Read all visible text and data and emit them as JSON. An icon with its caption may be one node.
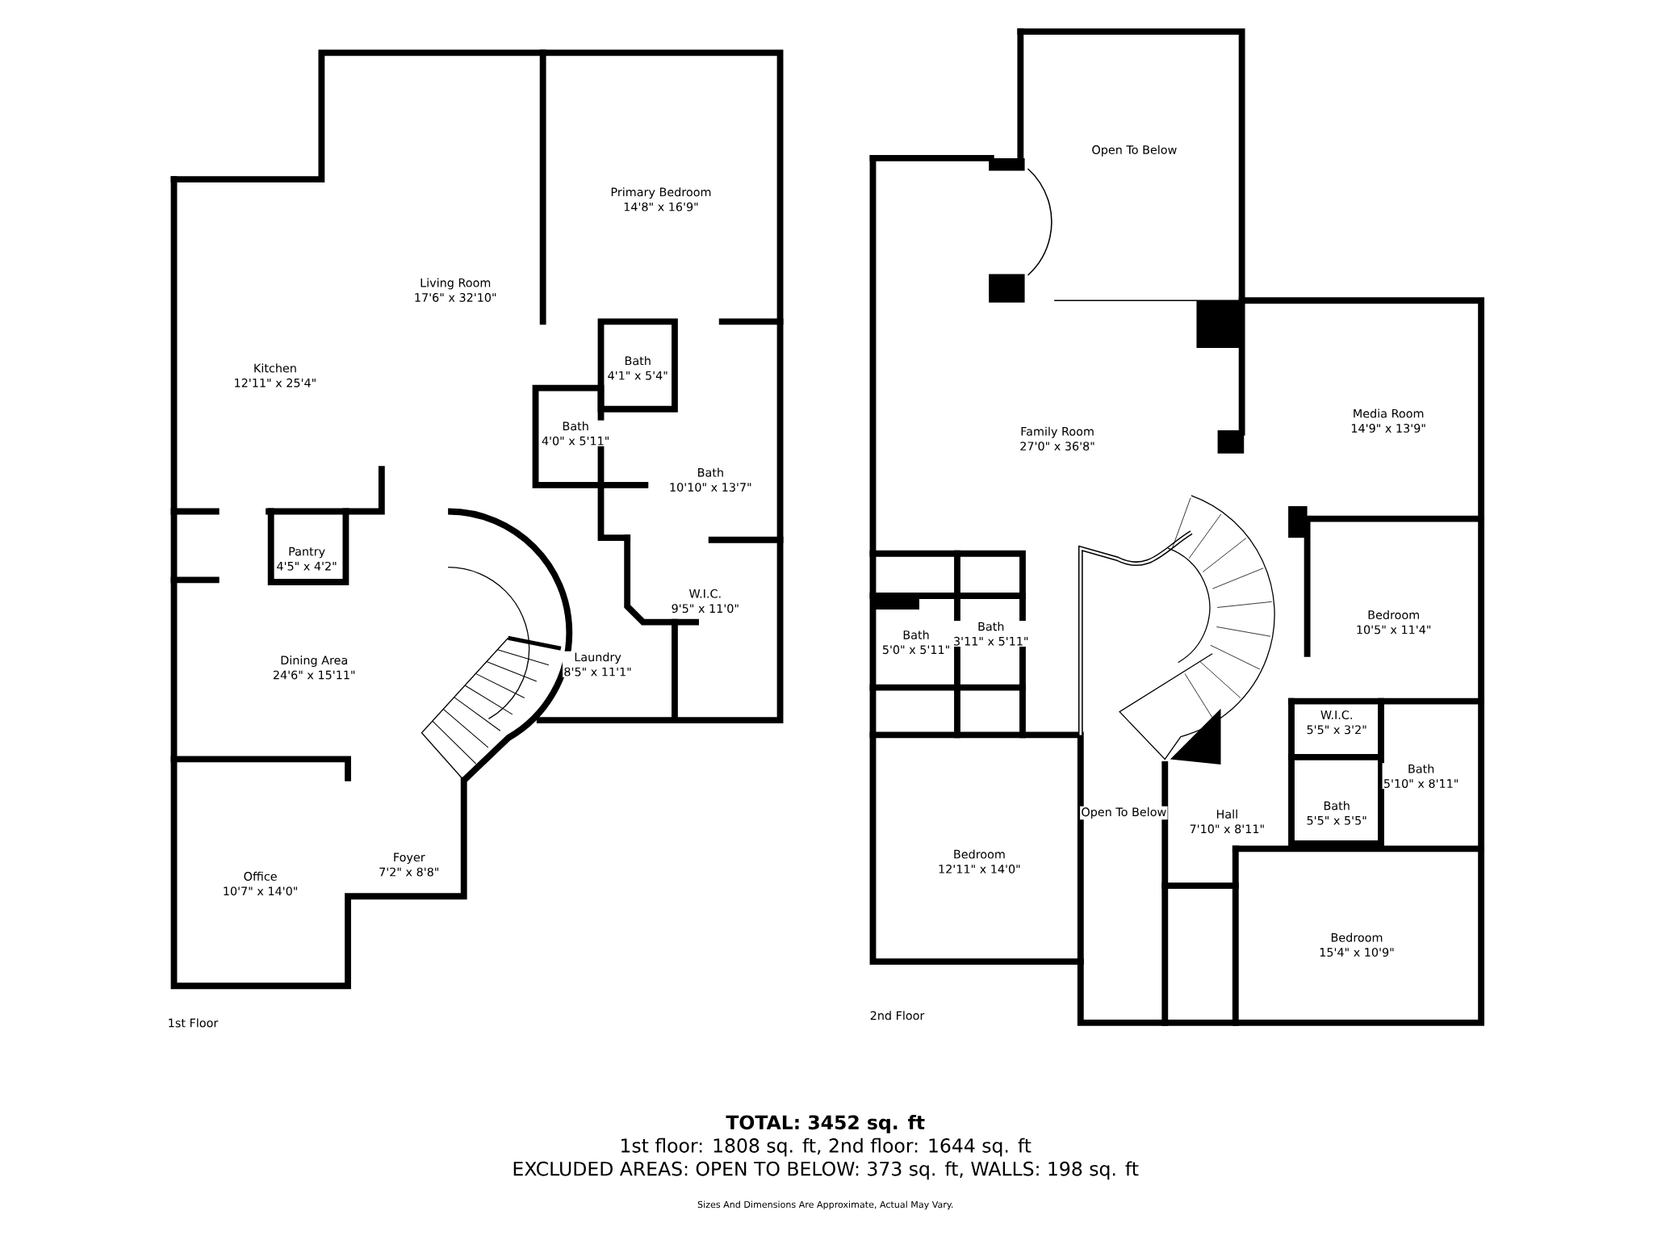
{
  "diagram": {
    "nodes": [
      {
        "text": [
          "Primary Bedroom",
          "14'8\" x 16'9\""
        ]
      },
      {
        "text": [
          "Living Room",
          "17'6\" x 32'10\""
        ]
      },
      {
        "text": [
          "Kitchen",
          "12'11\" x 25'4\""
        ]
      },
      {
        "text": [
          "Bath",
          "4'1\" x 5'4\""
        ]
      },
      {
        "text": [
          "Bath",
          "4'0\" x 5'11\""
        ]
      },
      {
        "text": [
          "Bath",
          "10'10\" x 13'7\""
        ]
      },
      {
        "text": [
          "Pantry",
          "4'5\" x 4'2\""
        ]
      },
      {
        "text": [
          "W.I.C.",
          "9'5\" x 11'0\""
        ]
      },
      {
        "text": [
          "Laundry",
          "8'5\" x 11'1\""
        ]
      },
      {
        "text": [
          "Dining Area",
          "24'6\" x 15'11\""
        ]
      },
      {
        "text": [
          "Foyer",
          "7'2\" x 8'8\""
        ]
      },
      {
        "text": [
          "Office",
          "10'7\" x 14'0\""
        ]
      },
      {
        "text": [
          "Open To Below"
        ]
      },
      {
        "text": [
          "Media Room",
          "14'9\" x 13'9\""
        ]
      },
      {
        "text": [
          "Family Room",
          "27'0\" x 36'8\""
        ]
      },
      {
        "text": [
          "Bath",
          "3'11\" x 5'11\""
        ]
      },
      {
        "text": [
          "Bath",
          "5'0\" x 5'11\""
        ]
      },
      {
        "text": [
          "Bedroom",
          "10'5\" x 11'4\""
        ]
      },
      {
        "text": [
          "W.I.C.",
          "5'5\" x 3'2\""
        ]
      },
      {
        "text": [
          "Bath",
          "5'10\" x 8'11\""
        ]
      },
      {
        "text": [
          "Open To Below"
        ]
      },
      {
        "text": [
          "Hall",
          "7'10\" x 8'11\""
        ]
      },
      {
        "text": [
          "Bath",
          "5'5\" x 5'5\""
        ]
      },
      {
        "text": [
          "Bedroom",
          "12'11\" x 14'0\""
        ]
      },
      {
        "text": [
          "Bedroom",
          "15'4\" x 10'9\""
        ]
      }
    ],
    "labels": [
      "1st Floor",
      "2nd Floor",
      "TOTAL: 3452 sq. ft",
      "1st floor: 1808 sq. ft, 2nd floor: 1644 sq. ft",
      "EXCLUDED AREAS: OPEN TO BELOW: 373 sq. ft, WALLS: 198 sq. ft",
      "Sizes And Dimensions Are Approximate, Actual May Vary."
    ]
  }
}
